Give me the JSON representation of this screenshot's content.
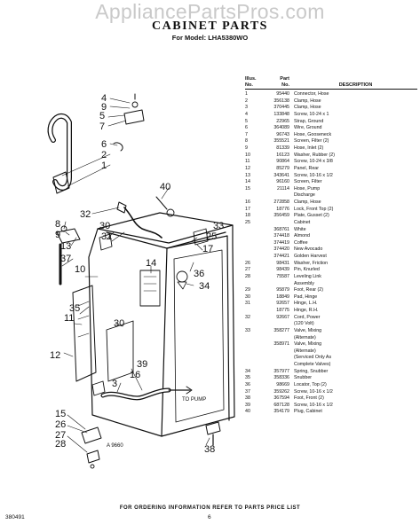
{
  "watermark": "AppliancePartsPros.com",
  "title": "CABINET PARTS",
  "model": "For Model: LHA5380WO",
  "diagram": {
    "callouts": [
      "4",
      "9",
      "5",
      "7",
      "6",
      "2",
      "1",
      "40",
      "32",
      "8",
      "30",
      "31",
      "13",
      "37",
      "10",
      "14",
      "33",
      "25",
      "17",
      "36",
      "34",
      "35",
      "11",
      "12",
      "39",
      "16",
      "15",
      "26",
      "27",
      "28",
      "3",
      "38"
    ],
    "to_pump": "TO PUMP",
    "code": "A 9660"
  },
  "table": {
    "headers": {
      "illus_line1": "Illus.",
      "illus_line2": "No.",
      "part_line1": "Part",
      "part_line2": "No.",
      "desc": "DESCRIPTION"
    },
    "rows": [
      [
        "1",
        "95440",
        "Connector, Hose"
      ],
      [
        "2",
        "356138",
        "Clamp, Hose"
      ],
      [
        "3",
        "370445",
        "Clamp, Hose"
      ],
      [
        "4",
        "133848",
        "Screw, 10-24 x 1"
      ],
      [
        "5",
        "22965",
        "Strap, Ground"
      ],
      [
        "6",
        "364089",
        "Wire, Ground"
      ],
      [
        "7",
        "96743",
        "Hose, Gooseneck"
      ],
      [
        "8",
        "355521",
        "Screen, Filter (2)"
      ],
      [
        "9",
        "81339",
        "Hose, Inlet (2)"
      ],
      [
        "10",
        "16123",
        "Washer, Rubber (2)"
      ],
      [
        "11",
        "90864",
        "Screw, 10-24 x 3/8"
      ],
      [
        "12",
        "85279",
        "Panel, Rear"
      ],
      [
        "13",
        "343641",
        "Screw, 10-16 x 1/2"
      ],
      [
        "14",
        "96160",
        "Screen, Filter"
      ],
      [
        "15",
        "21114",
        "Hose, Pump"
      ],
      [
        "",
        "",
        "Discharge"
      ],
      [
        "16",
        "272858",
        "Clamp, Hose"
      ],
      [
        "17",
        "18776",
        "Lock, Front Top (2)"
      ],
      [
        "18",
        "356459",
        "Plate, Gusset (2)"
      ],
      [
        "25",
        "",
        "Cabinet"
      ],
      [
        "",
        "368761",
        "White"
      ],
      [
        "",
        "374418",
        "Almond"
      ],
      [
        "",
        "374419",
        "Coffee"
      ],
      [
        "",
        "374420",
        "New Avocado"
      ],
      [
        "",
        "374421",
        "Golden Harvest"
      ],
      [
        "26",
        "98431",
        "Washer, Friction"
      ],
      [
        "27",
        "98439",
        "Pin, Knurled"
      ],
      [
        "28",
        "75587",
        "Leveling Link"
      ],
      [
        "",
        "",
        "Assembly"
      ],
      [
        "29",
        "95879",
        "Foot, Rear (2)"
      ],
      [
        "30",
        "18849",
        "Pad, Hinge"
      ],
      [
        "31",
        "92657",
        "Hinge, L.H."
      ],
      [
        "",
        "18775",
        "Hinge, R.H."
      ],
      [
        "32",
        "92667",
        "Cord, Power"
      ],
      [
        "",
        "",
        "(120 Volt)"
      ],
      [
        "33",
        "358277",
        "Valve, Mixing"
      ],
      [
        "",
        "",
        "(Alternate)"
      ],
      [
        "",
        "358971",
        "Valve, Mixing"
      ],
      [
        "",
        "",
        "(Alternate)"
      ],
      [
        "",
        "",
        "(Serviced Only As"
      ],
      [
        "",
        "",
        "Complete Valves)"
      ],
      [
        "34",
        "357977",
        "Spring, Snubber"
      ],
      [
        "35",
        "358336",
        "Snubber"
      ],
      [
        "36",
        "98669",
        "Locator, Top (2)"
      ],
      [
        "37",
        "359262",
        "Screw, 10-16 x 1/2"
      ],
      [
        "38",
        "367594",
        "Foot, Front (2)"
      ],
      [
        "39",
        "687128",
        "Screw, 10-16 x 1/2"
      ],
      [
        "40",
        "354179",
        "Plug, Cabinet"
      ]
    ]
  },
  "footer": "FOR ORDERING INFORMATION REFER TO PARTS PRICE LIST",
  "doc_number": "380491",
  "page_number": "6"
}
